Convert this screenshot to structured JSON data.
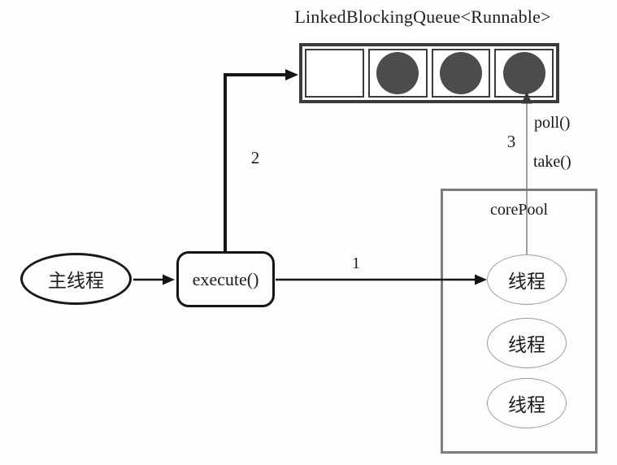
{
  "diagram": {
    "title": "LinkedBlockingQueue<Runnable>",
    "queue": {
      "cells": [
        {
          "filled": false
        },
        {
          "filled": true
        },
        {
          "filled": true
        },
        {
          "filled": true
        }
      ],
      "filled_color": "#4c4c4c"
    },
    "main_thread": {
      "label": "主线程"
    },
    "execute": {
      "label": "execute()"
    },
    "core_pool": {
      "label": "corePool",
      "threads": [
        {
          "label": "线程"
        },
        {
          "label": "线程"
        },
        {
          "label": "线程"
        }
      ]
    },
    "labels": {
      "step1": "1",
      "step2": "2",
      "step3": "3",
      "poll": "poll()",
      "take": "take()"
    },
    "colors": {
      "line": "#151515",
      "thin_line": "#787878",
      "pool_border": "#7d7d7d",
      "node_border": "#191919",
      "circle_fill": "#4c4c4c"
    }
  }
}
